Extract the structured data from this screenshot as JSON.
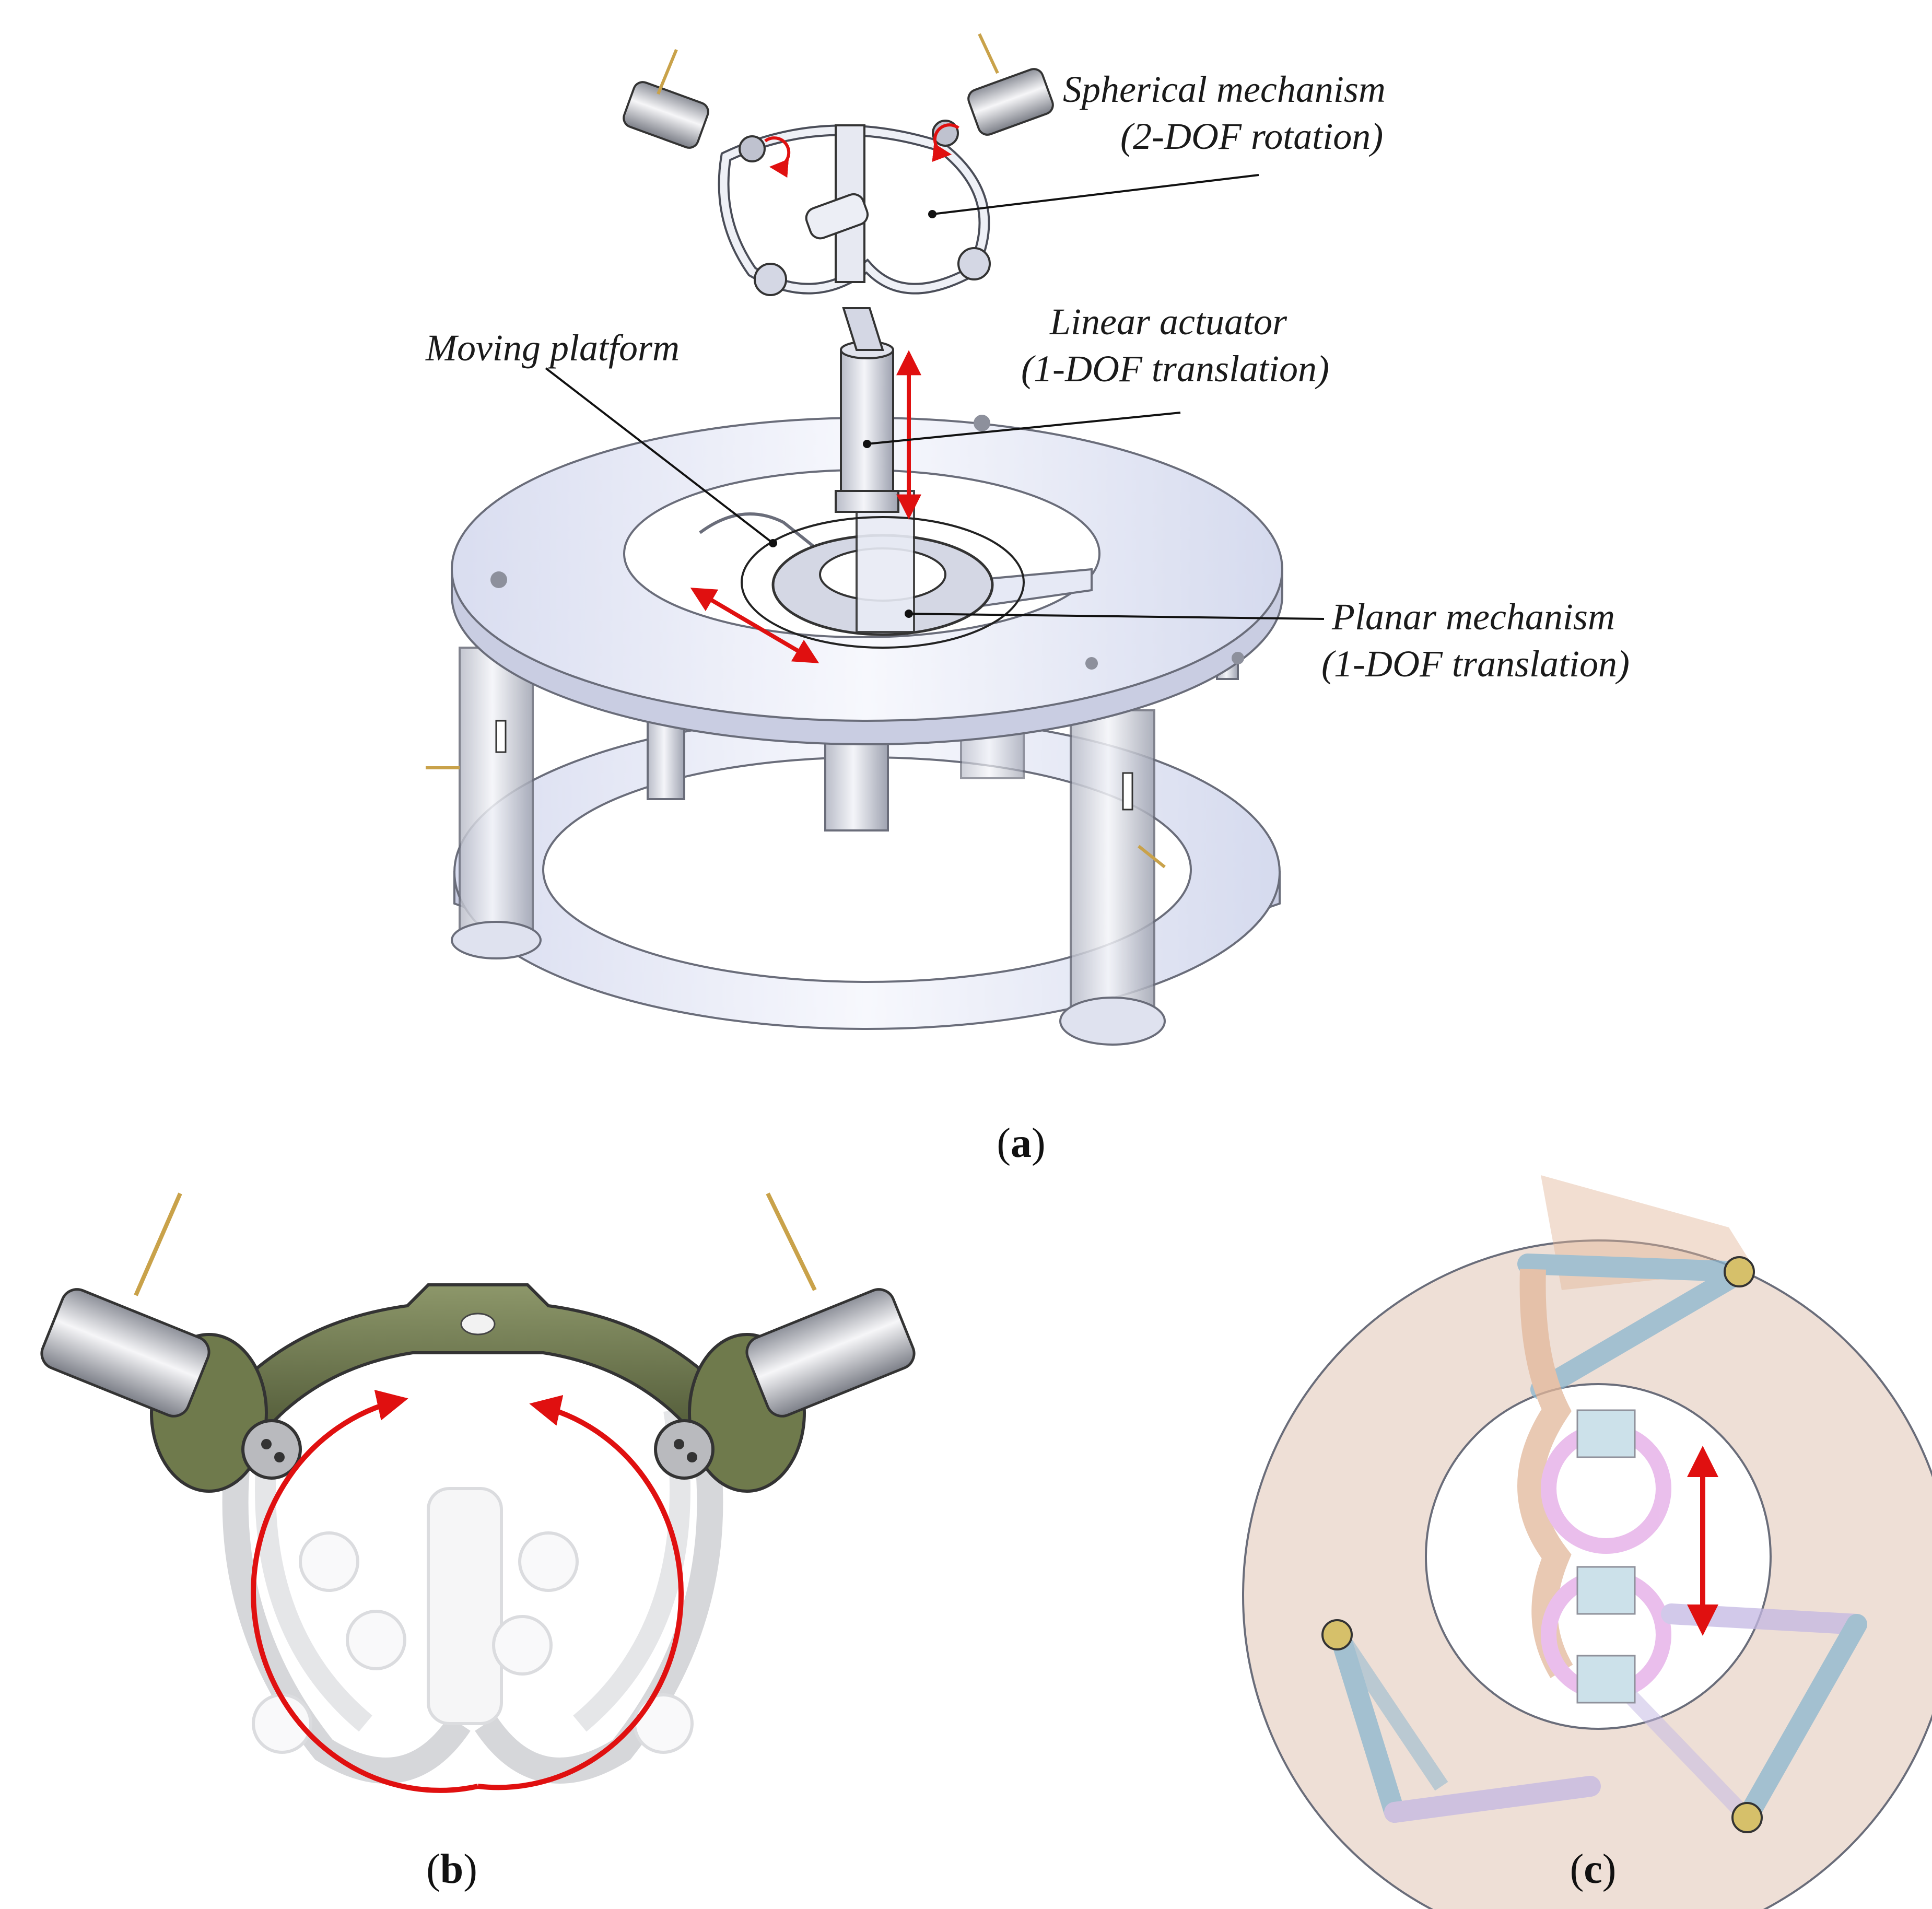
{
  "panels": {
    "a": {
      "open": "(",
      "letter": "a",
      "close": ")"
    },
    "b": {
      "open": "(",
      "letter": "b",
      "close": ")"
    },
    "c": {
      "open": "(",
      "letter": "c",
      "close": ")"
    }
  },
  "callouts": {
    "spherical": {
      "line1": "Spherical mechanism",
      "line2": "(2-DOF rotation)"
    },
    "linear": {
      "line1": "Linear actuator",
      "line2": "(1-DOF translation)"
    },
    "moving_platform": {
      "line1": "Moving platform"
    },
    "planar": {
      "line1": "Planar mechanism",
      "line2": "(1-DOF translation)"
    }
  },
  "colors": {
    "arrow": "#e01010",
    "gimbal_green": "#6f7a4c",
    "part_outline": "#6a6d7a",
    "plate_fill": "#e9ecf7",
    "tan_disk": "#eedfd6",
    "link_blue": "#8ab6cf",
    "link_pink": "#e3a9e6",
    "link_orange": "#e2b79a",
    "link_purple": "#c4b8e3"
  }
}
